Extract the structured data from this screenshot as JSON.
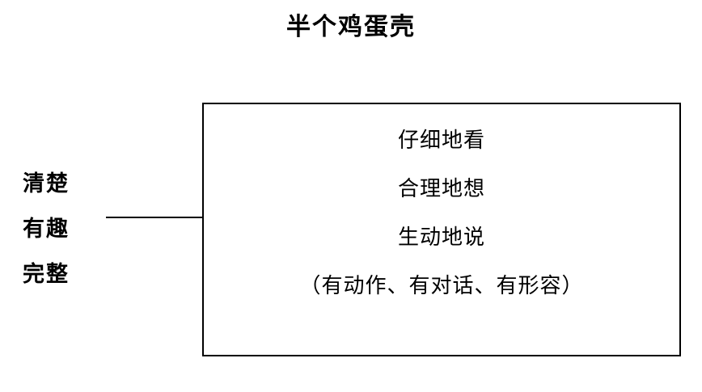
{
  "title": "半个鸡蛋壳",
  "left_labels": [
    "清楚",
    "有趣",
    "完整"
  ],
  "box": {
    "lines": [
      "仔细地看",
      "合理地想",
      "生动地说",
      "（有动作、有对话、有形容）"
    ]
  }
}
